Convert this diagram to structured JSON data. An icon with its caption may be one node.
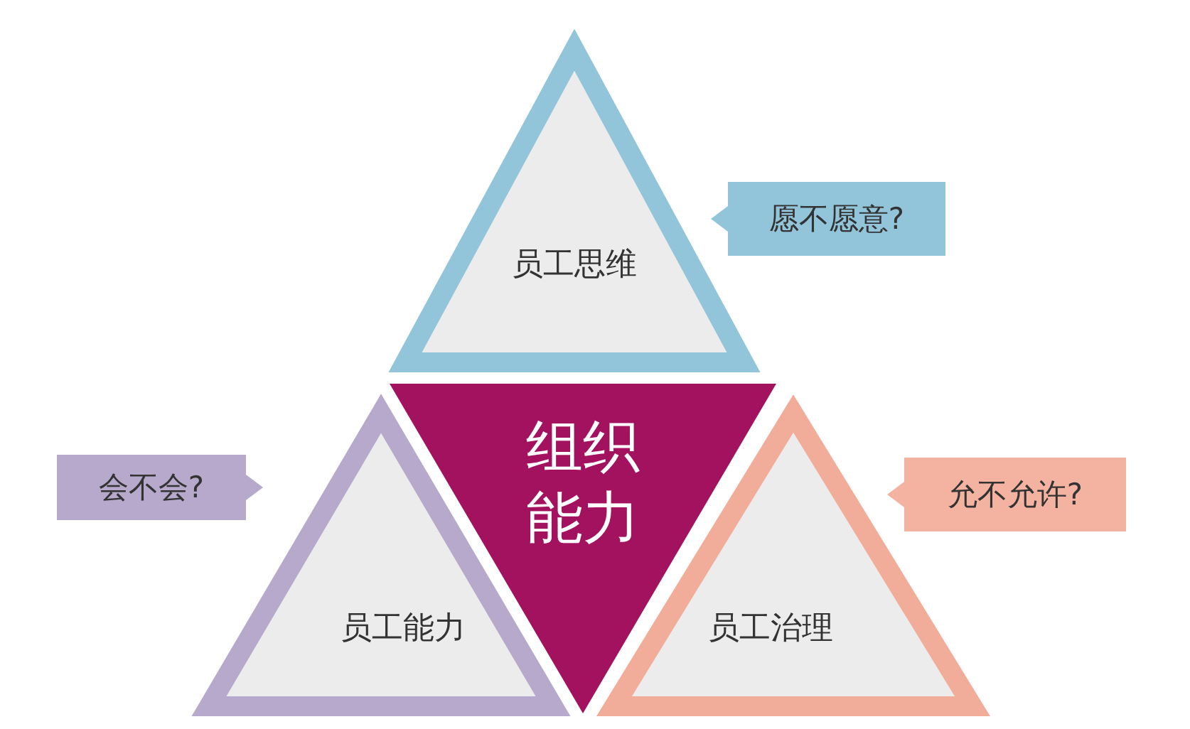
{
  "diagram": {
    "nodes": [
      {
        "text": [
          "员工思维"
        ]
      },
      {
        "text": [
          "组织能力"
        ]
      },
      {
        "text": [
          "员工能力"
        ]
      },
      {
        "text": [
          "员工治理"
        ]
      },
      {
        "text": [
          "愿不愿意?"
        ]
      },
      {
        "text": [
          "会不会?"
        ]
      },
      {
        "text": [
          "允不允许?"
        ]
      }
    ]
  }
}
